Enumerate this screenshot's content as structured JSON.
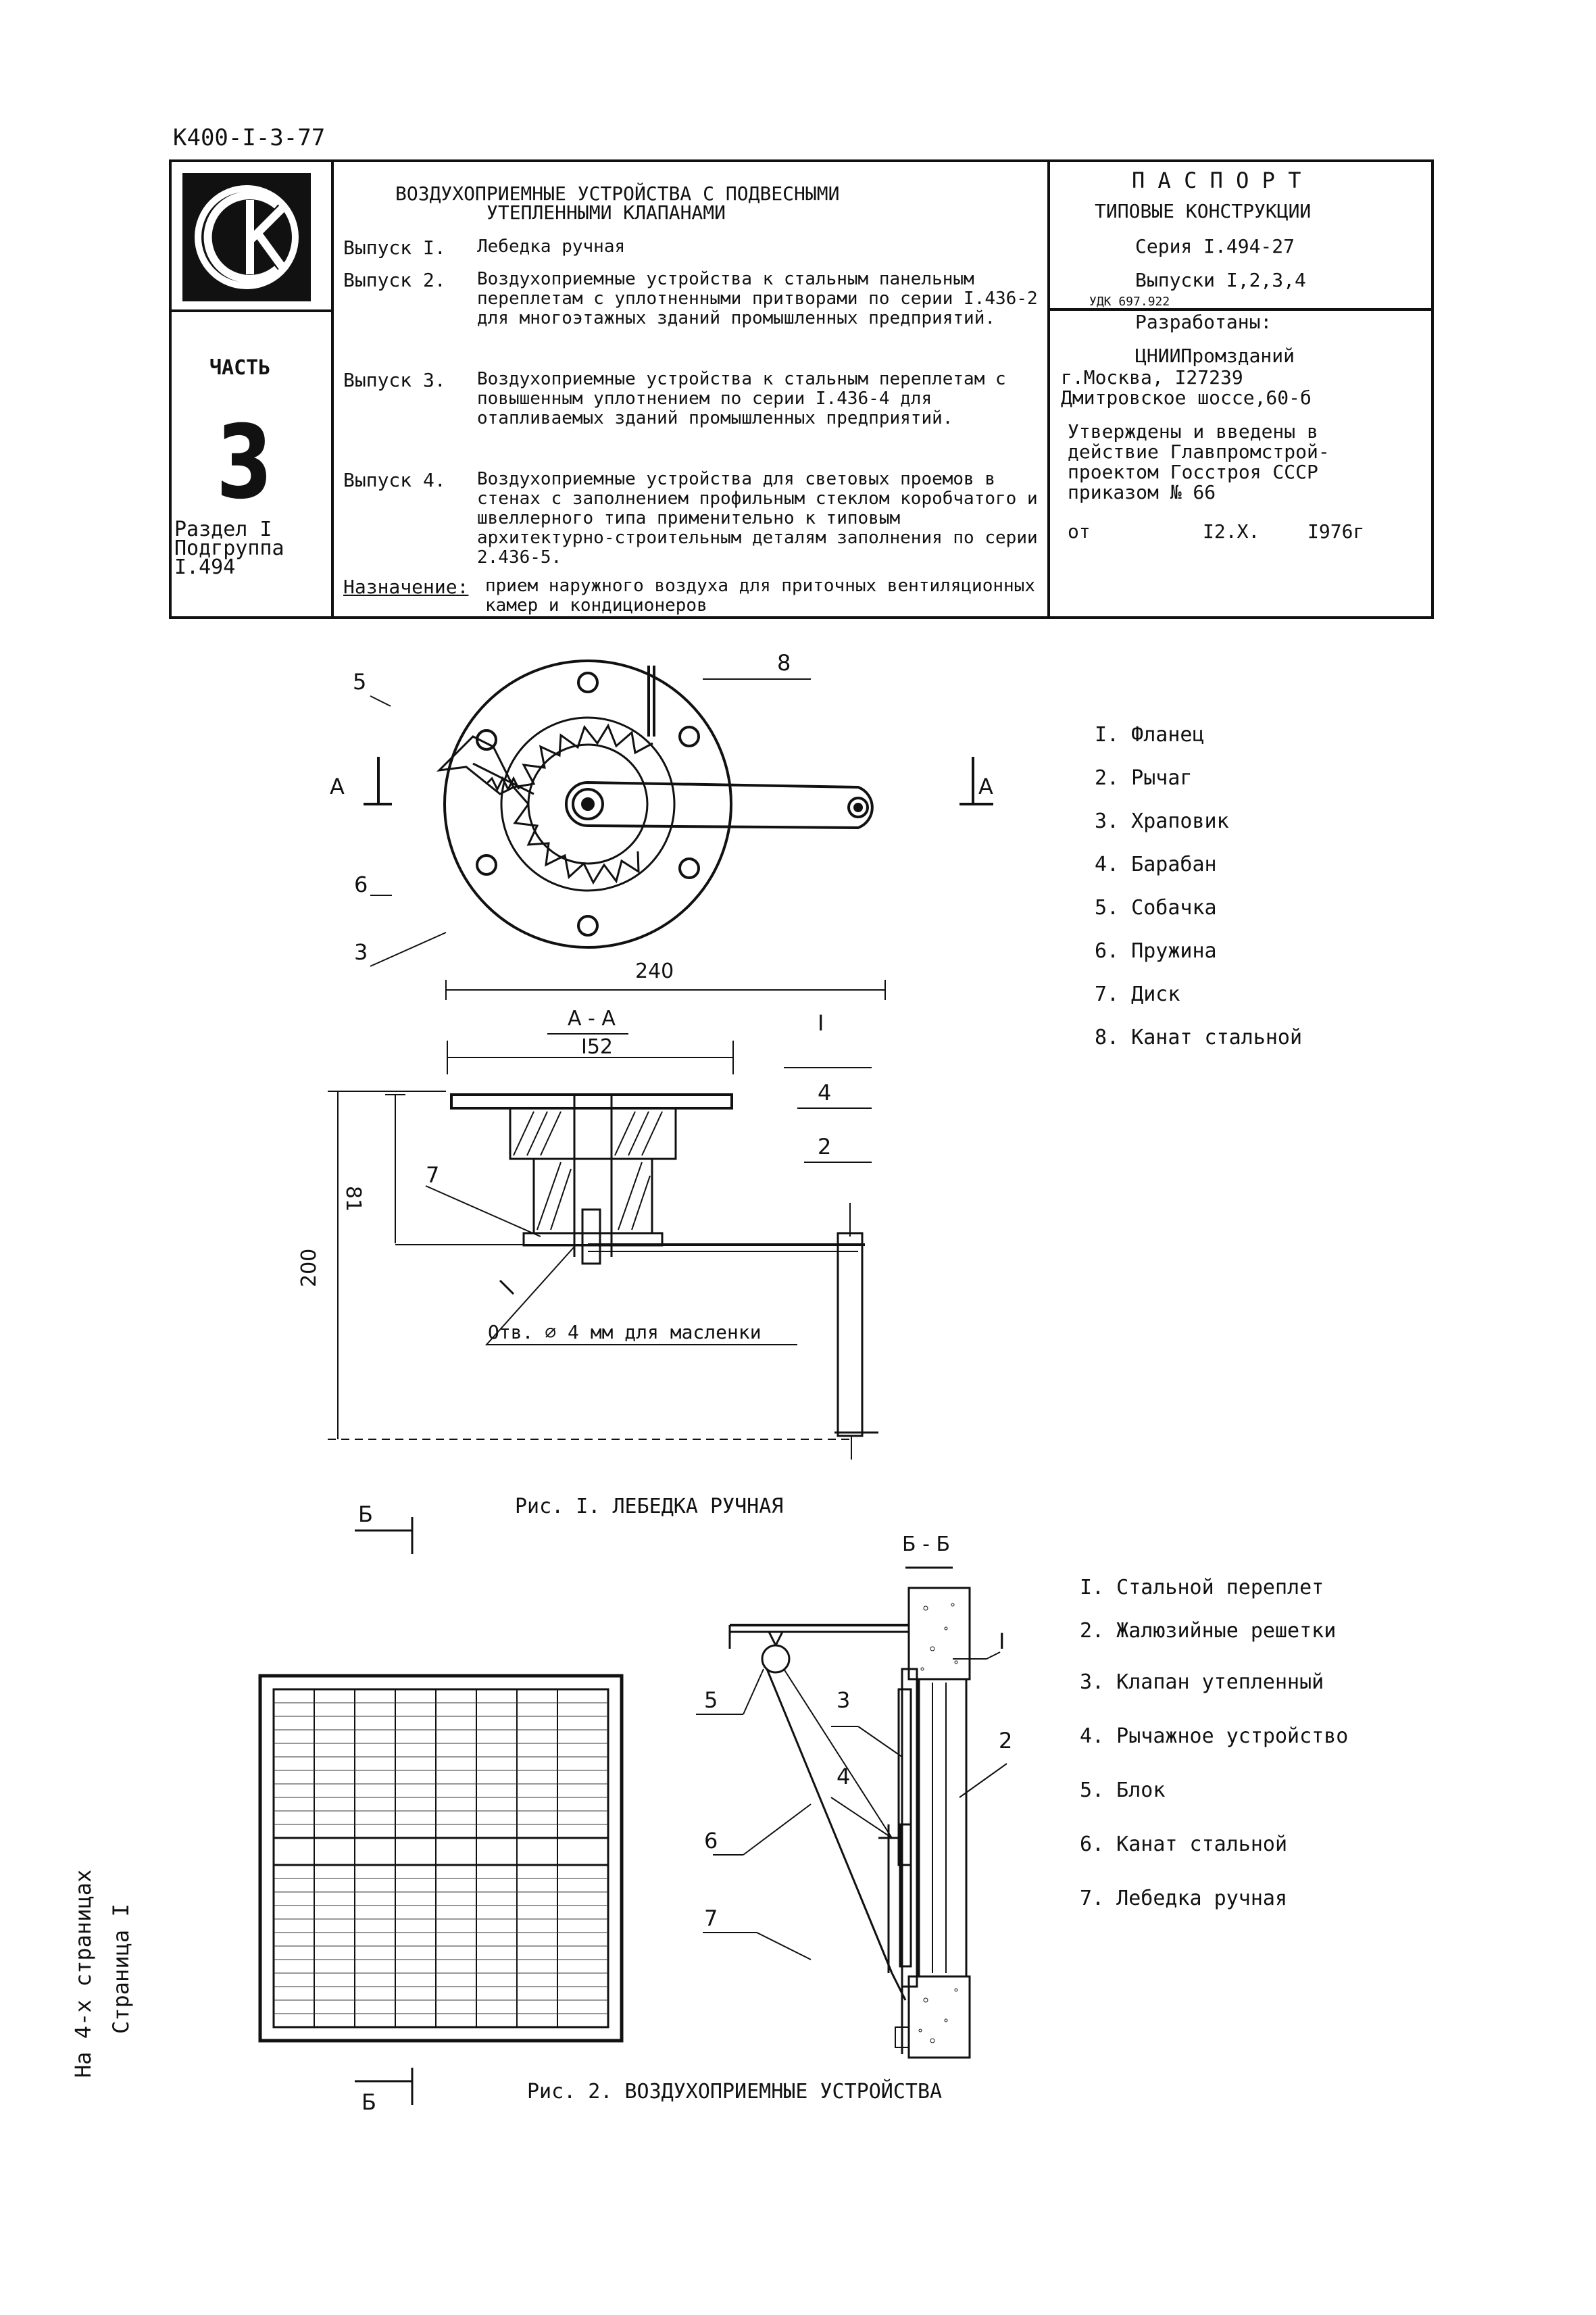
{
  "doc_code": "К400-I-3-77",
  "header": {
    "title_line1": "ВОЗДУХОПРИЕМНЫЕ УСТРОЙСТВА С ПОДВЕСНЫМИ",
    "title_line2": "УТЕПЛЕННЫМИ КЛАПАНАМИ",
    "part_label": "ЧАСТЬ",
    "part_number": "3",
    "section_lines": "Раздел I\nПодгруппа\nI.494",
    "issues": [
      {
        "key": "Выпуск I.",
        "text": "Лебедка ручная"
      },
      {
        "key": "Выпуск 2.",
        "text": "Воздухоприемные устройства к стальным панельным переплетам с уплотненными притворами по серии I.436-2 для многоэтажных зданий промышленных предприятий."
      },
      {
        "key": "Выпуск 3.",
        "text": "Воздухоприемные устройства к стальным переплетам с повышенным уплотнением по серии I.436-4 для отапливаемых зданий промышленных предприятий."
      },
      {
        "key": "Выпуск 4.",
        "text": "Воздухоприемные устройства для световых проемов в стенах с заполнением профильным стеклом коробчатого и швеллерного типа применительно к типовым архитектурно-строительным деталям заполнения по серии 2.436-5."
      }
    ],
    "purpose_key": "Назначение:",
    "purpose_text": "прием наружного воздуха для приточных вентиляционных камер и кондиционеров",
    "passport_title": "П А С П О Р Т",
    "passport_sub": "ТИПОВЫЕ КОНСТРУКЦИИ",
    "series": "Серия I.494-27",
    "issues_range": "Выпуски I,2,3,4",
    "udk": "УДК 697.922",
    "developed_label": "Разработаны:",
    "developer": "ЦНИИПромзданий",
    "address_line1": "г.Москва, I27239",
    "address_line2": "Дмитровское шоссе,60-б",
    "approved_lines": "Утверждены и введены в\nдействие Главпромстрой-\nпроектом Госстроя СССР\nприказом № 66",
    "date_prefix": "от",
    "date_value": "I2.X.",
    "date_year": "I976г"
  },
  "figure1": {
    "caption": "Рис. I. ЛЕБЕДКА РУЧНАЯ",
    "section_label": "А - А",
    "section_mark": "А",
    "dim_240": "240",
    "dim_152": "I52",
    "dim_81": "81",
    "dim_200": "200",
    "hole_note": "Отв. ∅ 4 мм для масленки",
    "callouts": [
      "5",
      "8",
      "6",
      "3",
      "I",
      "4",
      "2",
      "7"
    ],
    "legend": [
      "I. Фланец",
      "2. Рычаг",
      "3. Храповик",
      "4. Барабан",
      "5. Собачка",
      "6. Пружина",
      "7. Диск",
      "8. Канат стальной"
    ]
  },
  "figure2": {
    "caption": "Рис. 2. ВОЗДУХОПРИЕМНЫЕ УСТРОЙСТВА",
    "section_label": "Б - Б",
    "section_mark": "Б",
    "callouts": [
      "I",
      "5",
      "3",
      "2",
      "4",
      "6",
      "7"
    ],
    "legend": [
      "I. Стальной переплет",
      "2. Жалюзийные решетки",
      "3. Клапан утепленный",
      "4. Рычажное устройство",
      "5. Блок",
      "6. Канат стальной",
      "7. Лебедка ручная"
    ]
  },
  "side_text_1": "На 4-х страницах",
  "side_text_2": "Страница I"
}
